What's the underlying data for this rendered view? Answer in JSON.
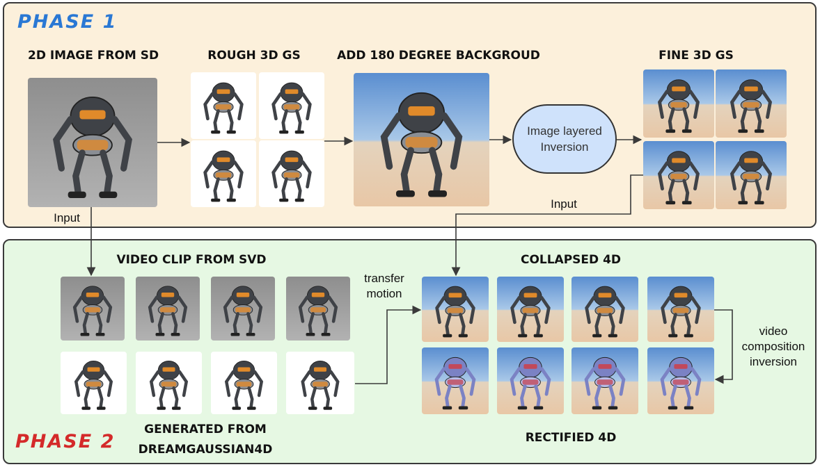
{
  "phase1": {
    "title": "PHASE 1",
    "title_color": "#2a78d4",
    "headings": {
      "image_2d": "2D IMAGE FROM SD",
      "rough_3d": "ROUGH 3D GS",
      "background": "ADD 180 DEGREE BACKGROUD",
      "fine_3d": "FINE 3D GS"
    },
    "inversion_node": {
      "line1": "Image layered",
      "line2": "Inversion"
    },
    "input_label_left": "Input",
    "input_label_right": "Input"
  },
  "phase2": {
    "title": "PHASE 2",
    "title_color": "#d42a2a",
    "headings": {
      "video_clip": "VIDEO CLIP FROM SVD",
      "generated_line1": "GENERATED FROM",
      "generated_line2": "DREAMGAUSSIAN4D",
      "collapsed": "COLLAPSED 4D",
      "rectified": "RECTIFIED 4D"
    },
    "transfer_label": {
      "line1": "transfer",
      "line2": "motion"
    },
    "composition_label": {
      "line1": "video",
      "line2": "composition",
      "line3": "inversion"
    }
  },
  "colors": {
    "phase1_bg": "#fcf0db",
    "phase2_bg": "#e6f8e3",
    "node_fill": "#cfe2fb",
    "arrow": "#3a3a3a"
  }
}
